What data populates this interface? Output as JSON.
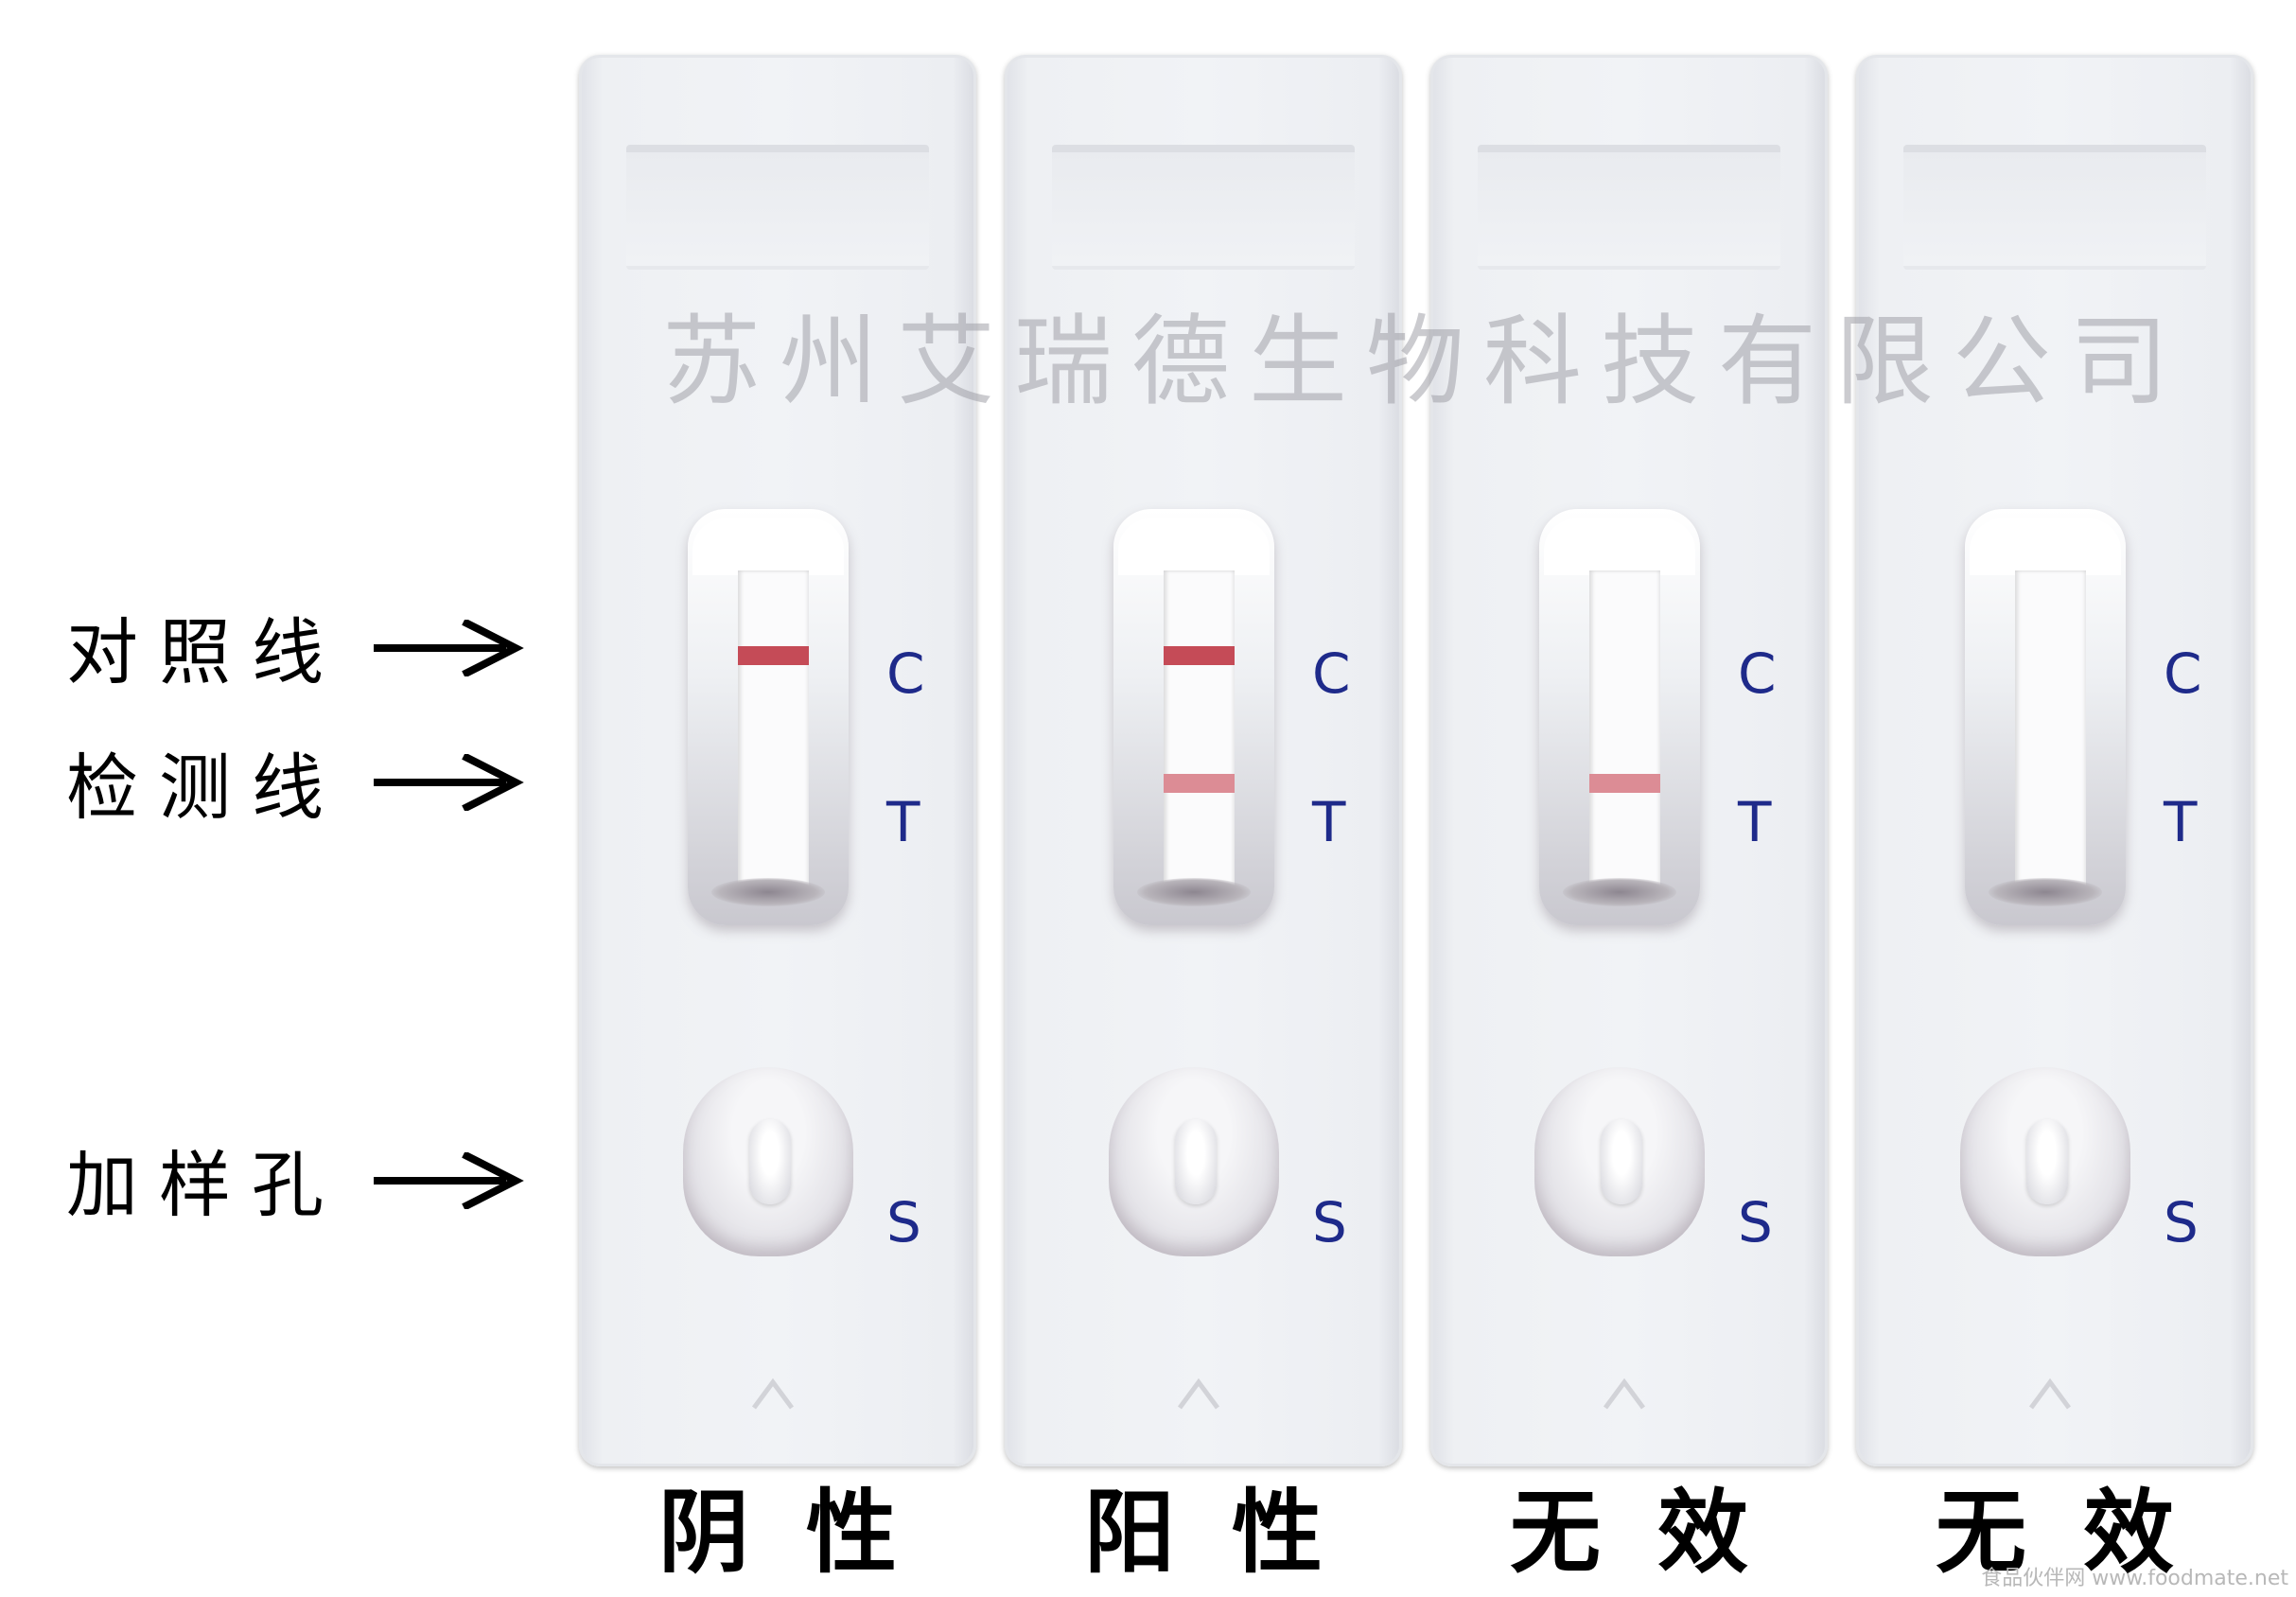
{
  "left_labels": {
    "control_line": "对照线",
    "test_line": "检测线",
    "sample_well": "加样孔"
  },
  "watermark": "苏州艾瑞德生物科技有限公司",
  "letters": {
    "c": "C",
    "t": "T",
    "s": "S"
  },
  "cassettes": [
    {
      "result": "阴性",
      "control_line": true,
      "test_line": false
    },
    {
      "result": "阳性",
      "control_line": true,
      "test_line": true
    },
    {
      "result": "无效",
      "control_line": false,
      "test_line": true
    },
    {
      "result": "无效",
      "control_line": false,
      "test_line": false
    }
  ],
  "corner_text": "食品伙伴网 www.foodmate.net",
  "colors": {
    "line": "#c54b57",
    "letter": "#1e2a8a"
  }
}
